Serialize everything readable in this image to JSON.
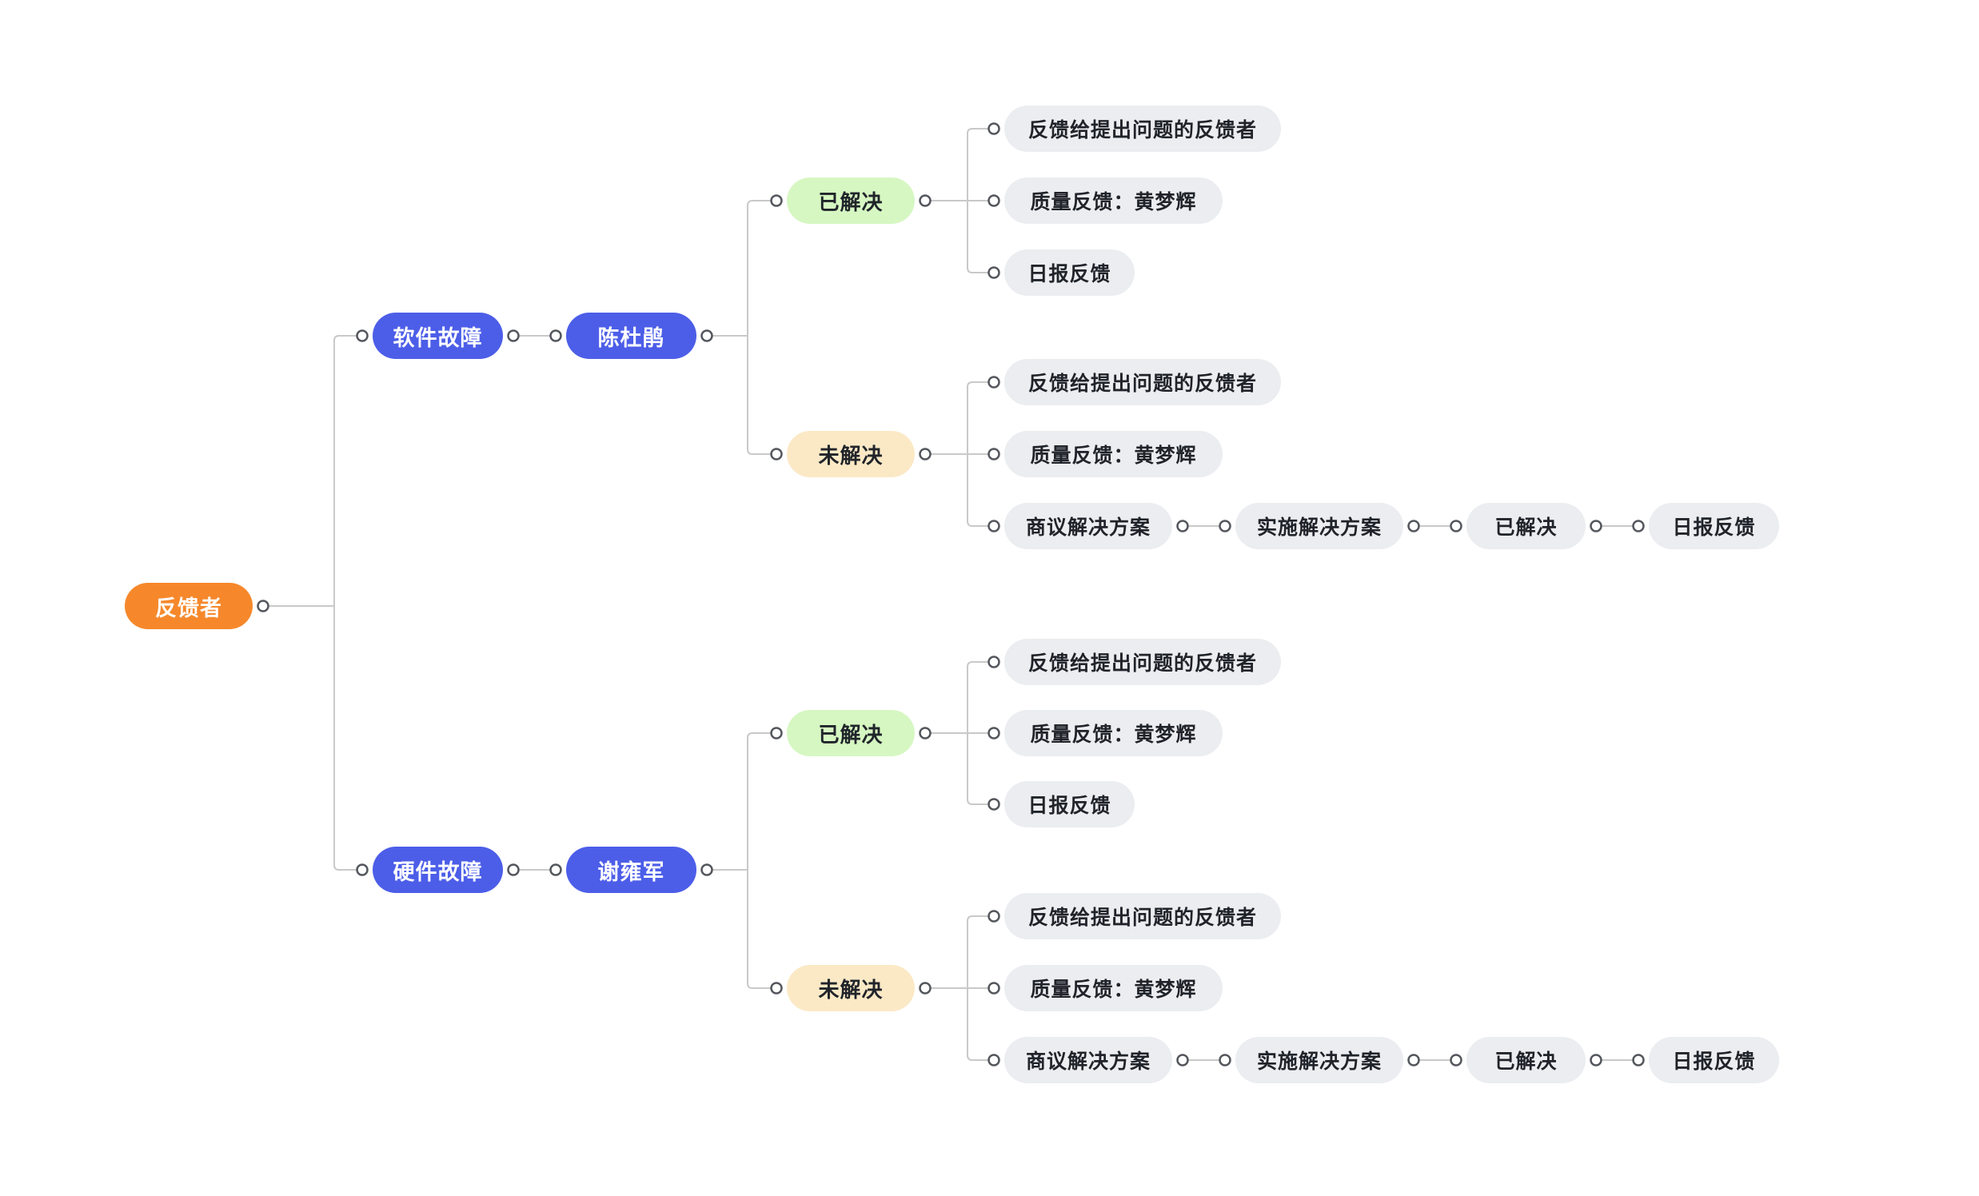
{
  "colors": {
    "root_bg": "#F6882B",
    "branch_bg": "#4C5EE8",
    "resolved_bg": "#D6F7C2",
    "unresolved_bg": "#FBE9C6",
    "step_bg": "#EBEDF0",
    "line": "#C9C9C9",
    "dot_stroke": "#54575D",
    "text_dark": "#20242A",
    "text_light": "#FFFFFF"
  },
  "mindmap": {
    "root": {
      "label": "反馈者"
    },
    "branches": [
      {
        "category": {
          "label": "软件故障"
        },
        "assignee": {
          "label": "陈杜鹃"
        },
        "resolved": {
          "label": "已解决",
          "steps": [
            "反馈给提出问题的反馈者",
            "质量反馈：黄梦辉",
            "日报反馈"
          ]
        },
        "unresolved": {
          "label": "未解决",
          "steps": [
            "反馈给提出问题的反馈者",
            "质量反馈：黄梦辉",
            "商议解决方案"
          ],
          "chain": [
            "实施解决方案",
            "已解决",
            "日报反馈"
          ]
        }
      },
      {
        "category": {
          "label": "硬件故障"
        },
        "assignee": {
          "label": "谢雍军"
        },
        "resolved": {
          "label": "已解决",
          "steps": [
            "反馈给提出问题的反馈者",
            "质量反馈：黄梦辉",
            "日报反馈"
          ]
        },
        "unresolved": {
          "label": "未解决",
          "steps": [
            "反馈给提出问题的反馈者",
            "质量反馈：黄梦辉",
            "商议解决方案"
          ],
          "chain": [
            "实施解决方案",
            "已解决",
            "日报反馈"
          ]
        }
      }
    ]
  }
}
